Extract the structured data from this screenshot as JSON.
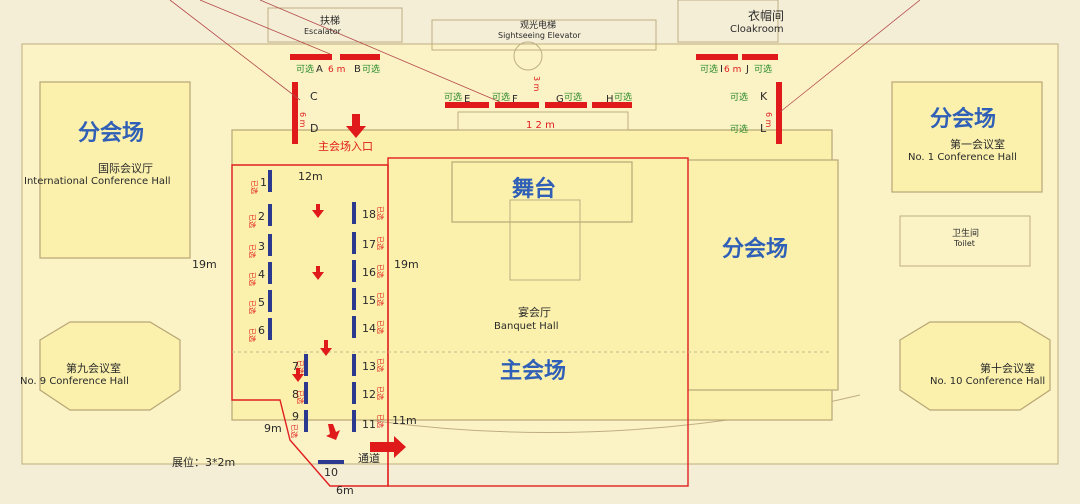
{
  "rooms": {
    "escalator_cn": "扶梯",
    "escalator_en": "Escalator",
    "elevator_cn": "观光电梯",
    "elevator_en": "Sightseeing Elevator",
    "cloakroom_cn": "衣帽间",
    "cloakroom_en": "Cloakroom",
    "intl_hall_cn": "国际会议厅",
    "intl_hall_en": "International Conference Hall",
    "conf1_cn": "第一会议室",
    "conf1_en": "No. 1 Conference Hall",
    "toilet_cn": "卫生间",
    "toilet_en": "Toilet",
    "banquet_cn": "宴会厅",
    "banquet_en": "Banquet Hall",
    "conf9_cn": "第九会议室",
    "conf9_en": "No. 9 Conference Hall",
    "conf10_cn": "第十会议室",
    "conf10_en": "No. 10 Conference Hall"
  },
  "zones": {
    "sub_venue": "分会场",
    "stage": "舞台",
    "main_venue": "主会场",
    "main_entrance": "主会场入口",
    "passage": "通道"
  },
  "top_booths": [
    {
      "letter": "A",
      "status": "可选"
    },
    {
      "letter": "B",
      "status": "可选"
    },
    {
      "letter": "C",
      "status": ""
    },
    {
      "letter": "D",
      "status": ""
    },
    {
      "letter": "E",
      "status": "可选"
    },
    {
      "letter": "F",
      "status": "可选"
    },
    {
      "letter": "G",
      "status": "可选"
    },
    {
      "letter": "H",
      "status": "可选"
    },
    {
      "letter": "I",
      "status": "可选"
    },
    {
      "letter": "J",
      "status": "可选"
    },
    {
      "letter": "K",
      "status": "可选"
    },
    {
      "letter": "L",
      "status": "可选"
    }
  ],
  "booths_left": [
    {
      "num": "1",
      "status": "已选"
    },
    {
      "num": "2",
      "status": "已选"
    },
    {
      "num": "3",
      "status": "已选"
    },
    {
      "num": "4",
      "status": "已选"
    },
    {
      "num": "5",
      "status": "已选"
    },
    {
      "num": "6",
      "status": "已选"
    },
    {
      "num": "7",
      "status": "已选"
    },
    {
      "num": "8",
      "status": "已选"
    },
    {
      "num": "9",
      "status": "已选"
    }
  ],
  "booths_right": [
    {
      "num": "18",
      "status": "已选"
    },
    {
      "num": "17",
      "status": "已选"
    },
    {
      "num": "16",
      "status": "已选"
    },
    {
      "num": "15",
      "status": "已选"
    },
    {
      "num": "14",
      "status": "已选"
    },
    {
      "num": "13",
      "status": "已选"
    },
    {
      "num": "12",
      "status": "已选"
    },
    {
      "num": "11",
      "status": "已选"
    }
  ],
  "booth_bottom": {
    "num": "10"
  },
  "dimensions": {
    "ab": "6 m",
    "ij": "6 m",
    "cd": "6 m",
    "kl": "6 m",
    "efgh": "1 2 m",
    "elevator_gap": "3 m",
    "corridor_top": "12m",
    "corridor_left": "19m",
    "corridor_right": "19m",
    "bottom_left": "9m",
    "bottom_right": "11m",
    "bottom_width": "6m"
  },
  "booth_size": "展位：3*2m",
  "colors": {
    "room": "#fbf1ad",
    "booth": "#2b3a8f",
    "accent_red": "#e01a1a",
    "label_blue": "#2f5fb6"
  }
}
